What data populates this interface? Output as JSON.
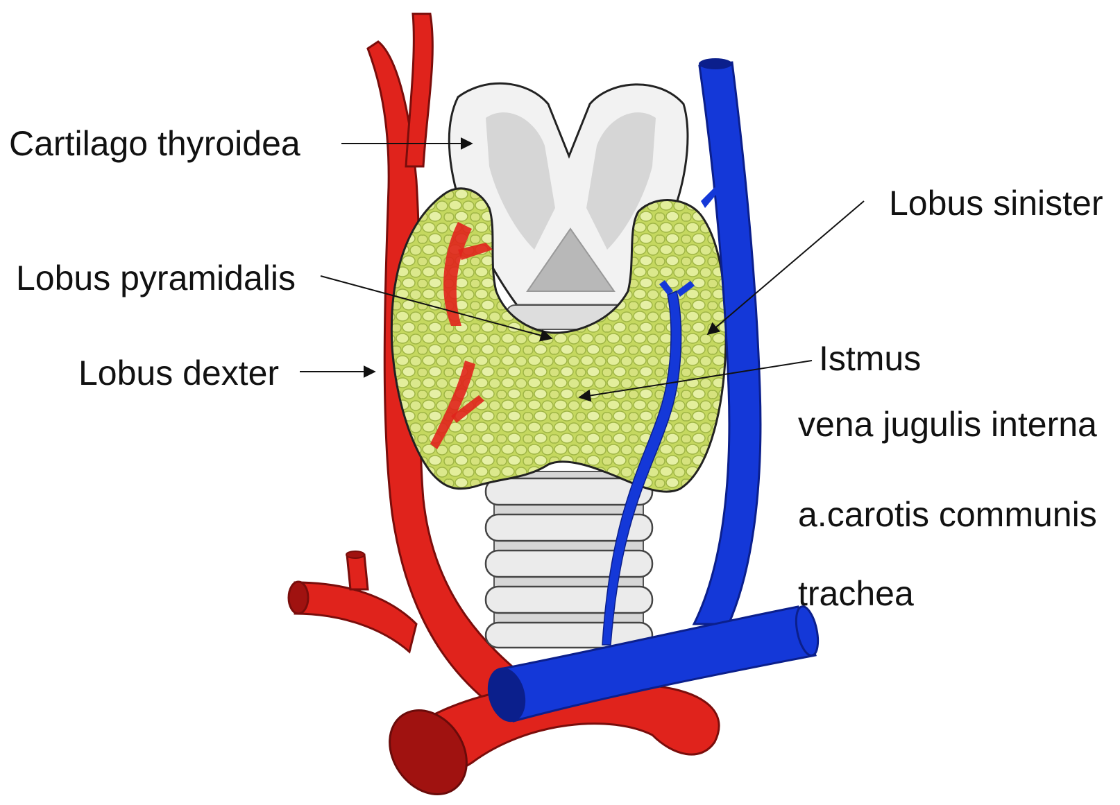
{
  "labels": {
    "cartilago_thyroidea": "Cartilago thyroidea",
    "lobus_sinister": "Lobus sinister",
    "lobus_pyramidalis": "Lobus pyramidalis",
    "lobus_dexter": "Lobus dexter",
    "istmus": "Istmus",
    "vena_jugularis": "vena jugulis interna",
    "carotis": "a.carotis communis",
    "trachea": "trachea"
  },
  "colors": {
    "artery": "#e0231c",
    "artery_dark": "#a01210",
    "vein": "#1438d8",
    "vein_dark": "#0b1f8c",
    "gland": "#c9dc6a",
    "gland_cell": "#e4ee9c",
    "cartilage": "#f2f2f2",
    "cartilage_shade": "#d4d4d4",
    "trachea": "#dadada"
  }
}
